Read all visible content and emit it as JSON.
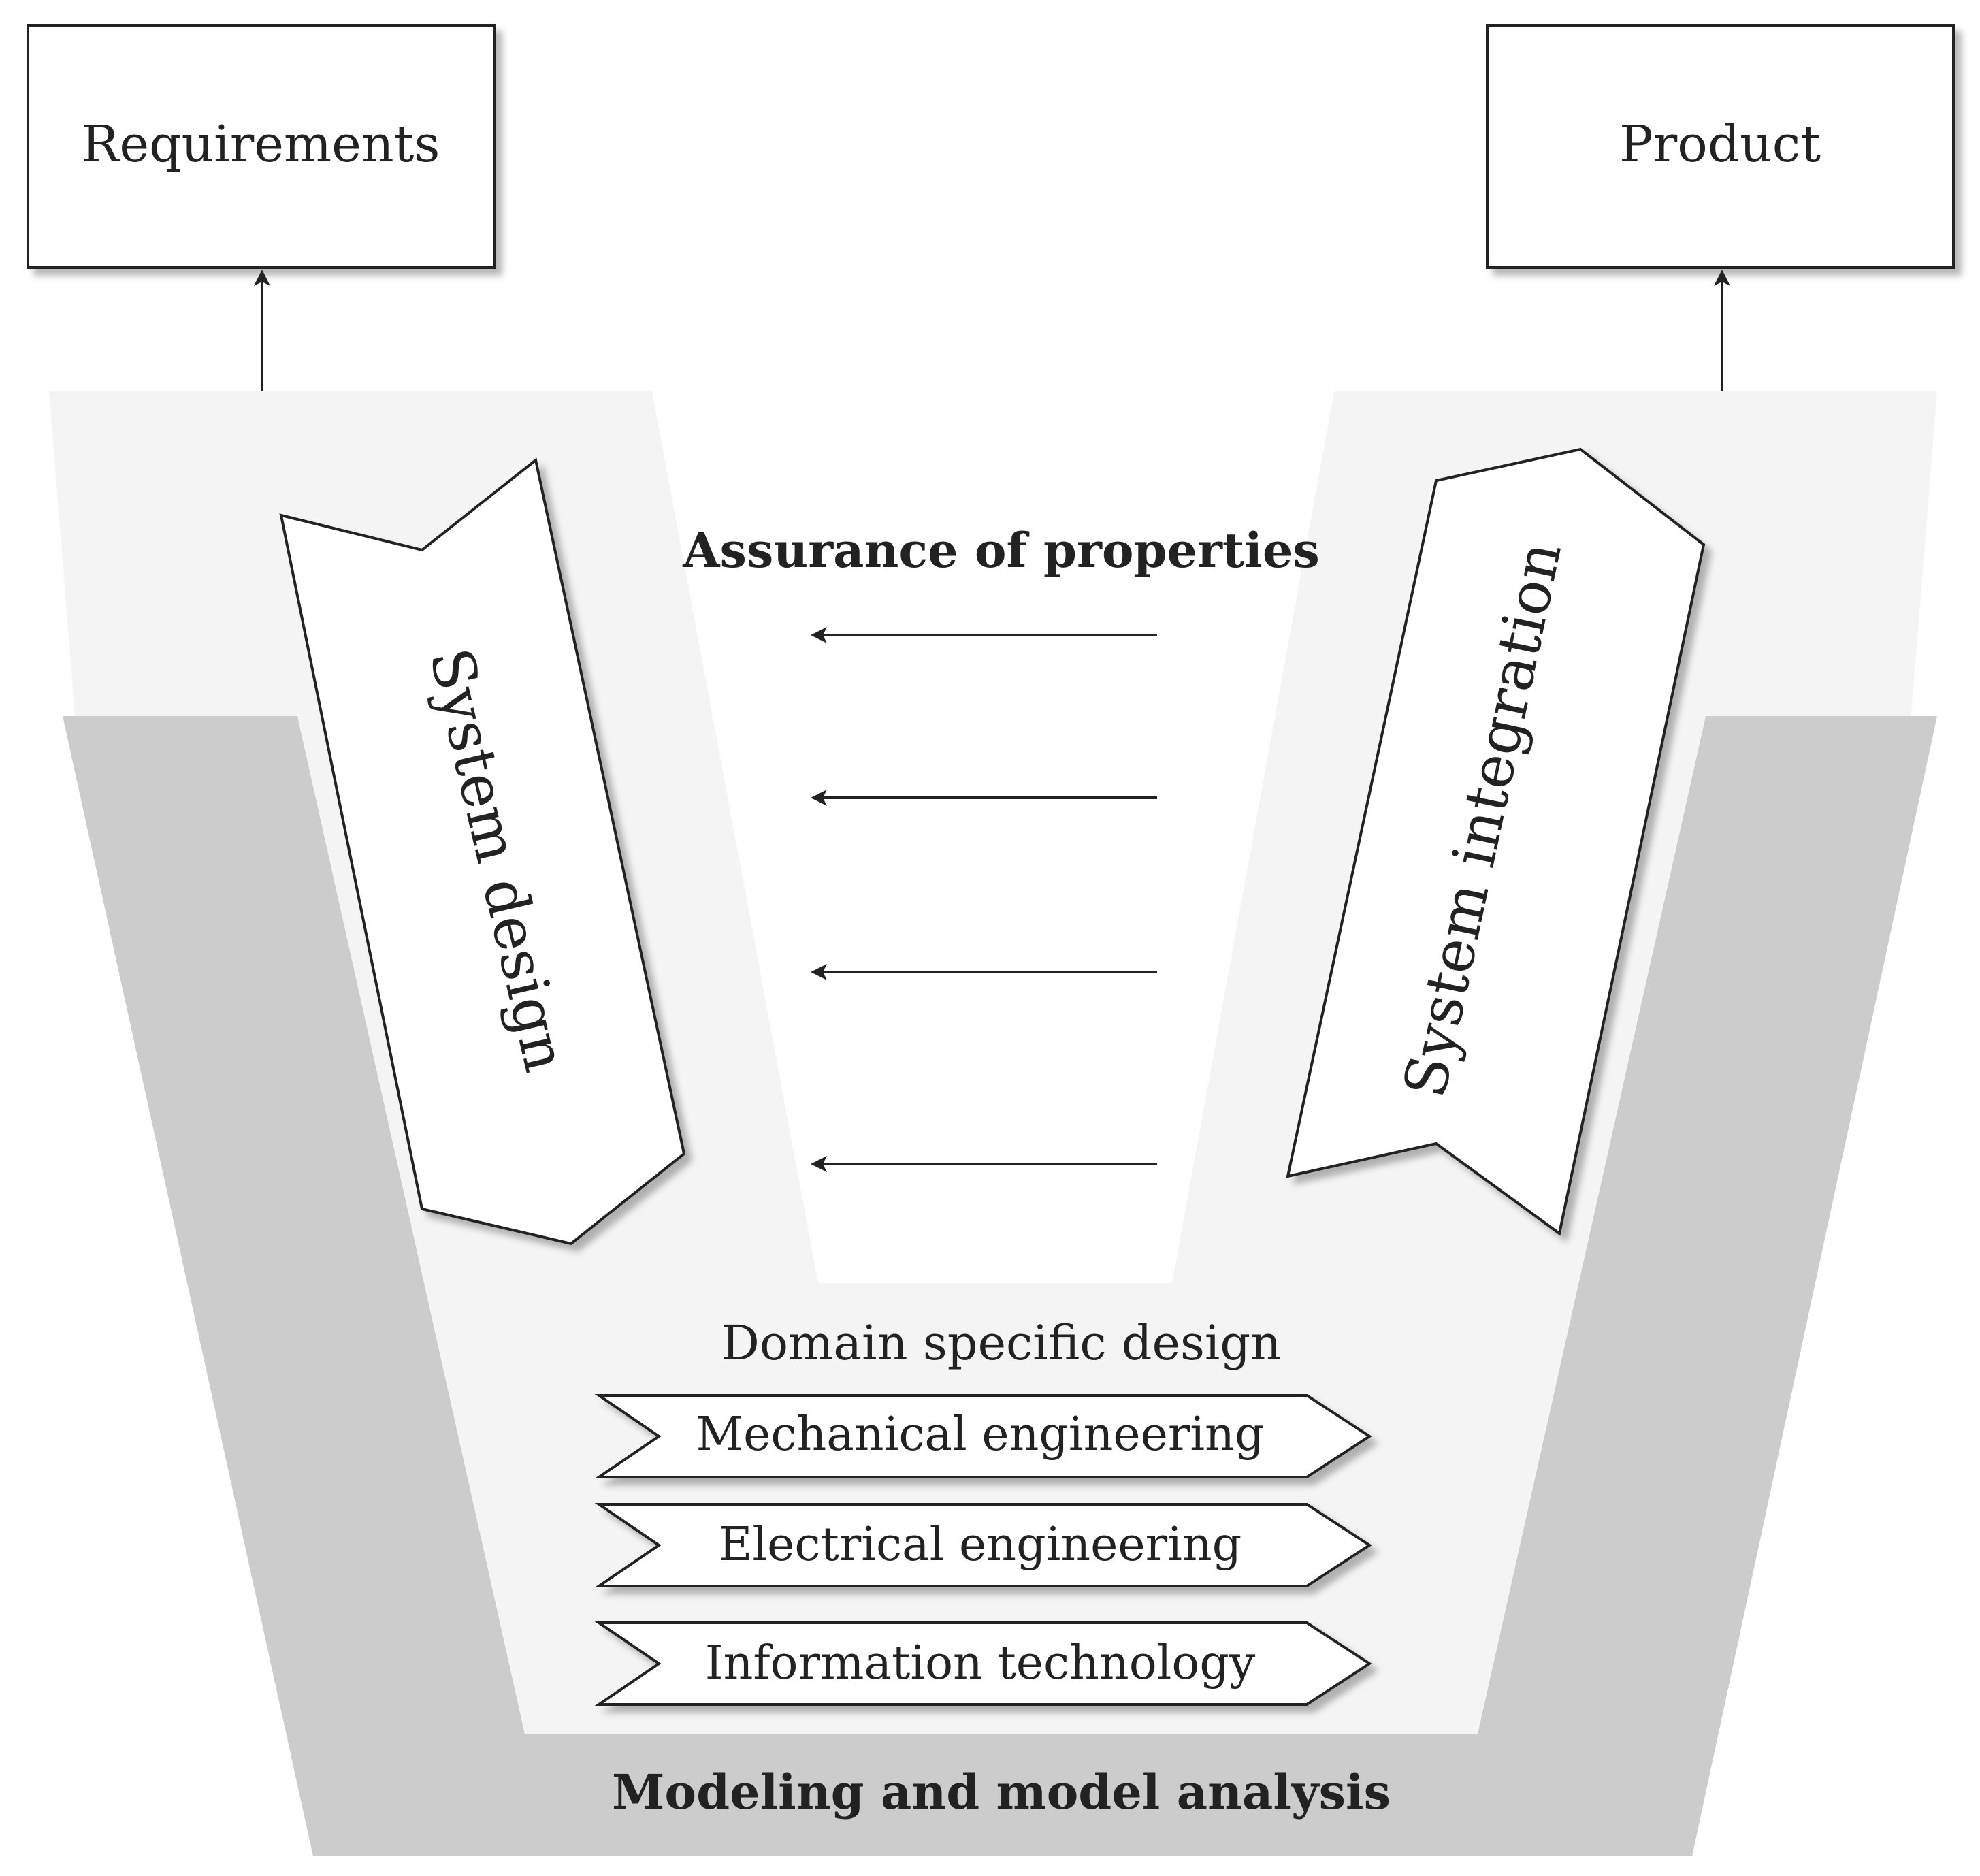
{
  "boxes": {
    "requirements": "Requirements",
    "product": "Product"
  },
  "v_model": {
    "system_design": "System design",
    "system_integration": "System integration",
    "assurance": "Assurance of properties"
  },
  "domain": {
    "heading": "Domain specific design",
    "items": [
      "Mechanical engineering",
      "Electrical engineering",
      "Information technology"
    ]
  },
  "modeling": "Modeling and model analysis",
  "colors": {
    "outer_gray": "#cccccc",
    "inner_light": "#f4f4f4",
    "stroke": "#222222"
  }
}
